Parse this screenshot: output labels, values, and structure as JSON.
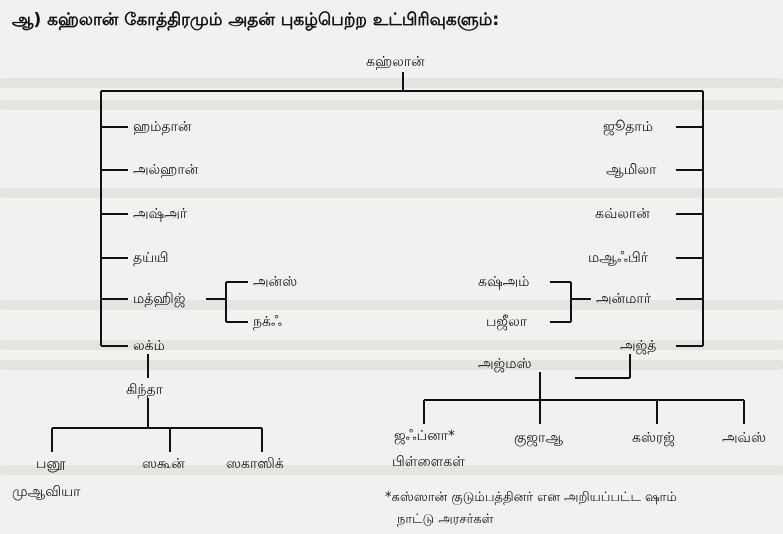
{
  "title": "ஆ) கஹ்லான் கோத்திரமும் அதன் புகழ்பெற்ற உட்பிரிவுகளும்:",
  "nodes": {
    "root": "கஹ்லான்",
    "hamdan": "ஹம்தான்",
    "alhan": "அல்ஹான்",
    "ashar": "அஷ்அர்",
    "tayyi": "தய்யி",
    "madhhij": "மத்ஹிஜ்",
    "anas": "அன்ஸ்",
    "nakh": "நக்ஃ",
    "lakhm": "லக்ம்",
    "kinda": "கிந்தா",
    "banu": "பனூ",
    "muawiya": "முஆவியா",
    "sakun": "ஸகூன்",
    "sakasik": "ஸகாஸிக்",
    "judham": "ஜூதாம்",
    "amila": "ஆமிலா",
    "khawlan": "கவ்லான்",
    "maafir": "மஆஃபிர்",
    "anmar": "அன்மார்",
    "khatham": "கஷ்அம்",
    "bajila": "பஜீலா",
    "azd": "அஜ்த்",
    "azdmas": "அஜ்மஸ்",
    "jafna": "ஜஃப்னா*",
    "jafna_sub": "பிள்ளைகள்",
    "khuzaa": "குஜாஆ",
    "khazraj": "கஸ்ரஜ்",
    "aws": "அவ்ஸ்"
  },
  "footnote": {
    "line1": "*கஸ்ஸான் குடும்பத்தினர் என அறியப்பட்ட ஷாம்",
    "line2": "நாட்டு அரசர்கள்"
  }
}
